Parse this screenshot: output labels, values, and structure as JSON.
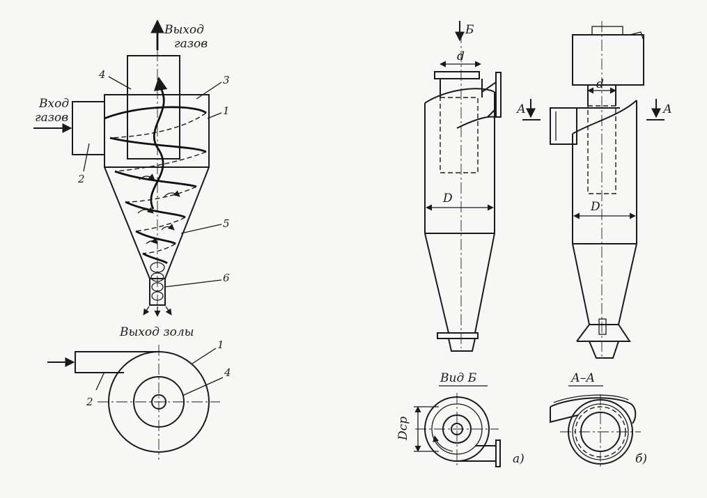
{
  "labels": {
    "gas_outlet_line1": "Выход",
    "gas_outlet_line2": "газов",
    "gas_inlet_line1": "Вход",
    "gas_inlet_line2": "газов",
    "ash_outlet": "Выход золы",
    "view_b": "Вид Б",
    "section_aa": "А–А",
    "mark_b": "Б",
    "mark_a_left": "А",
    "mark_a_right": "А",
    "dim_d_a": "d",
    "dim_D_a": "D",
    "dim_d_b": "d",
    "dim_D_b": "D",
    "dim_dcp": "Dср",
    "variant_a": "а)",
    "variant_b": "б)"
  },
  "numbers": {
    "n1_top": "1",
    "n2_top": "2",
    "n3": "3",
    "n4_top": "4",
    "n5": "5",
    "n6": "6",
    "n1_plan": "1",
    "n2_plan": "2",
    "n4_plan": "4"
  },
  "colors": {
    "ink": "#1a1a1a",
    "paper": "#f7f7f5"
  }
}
